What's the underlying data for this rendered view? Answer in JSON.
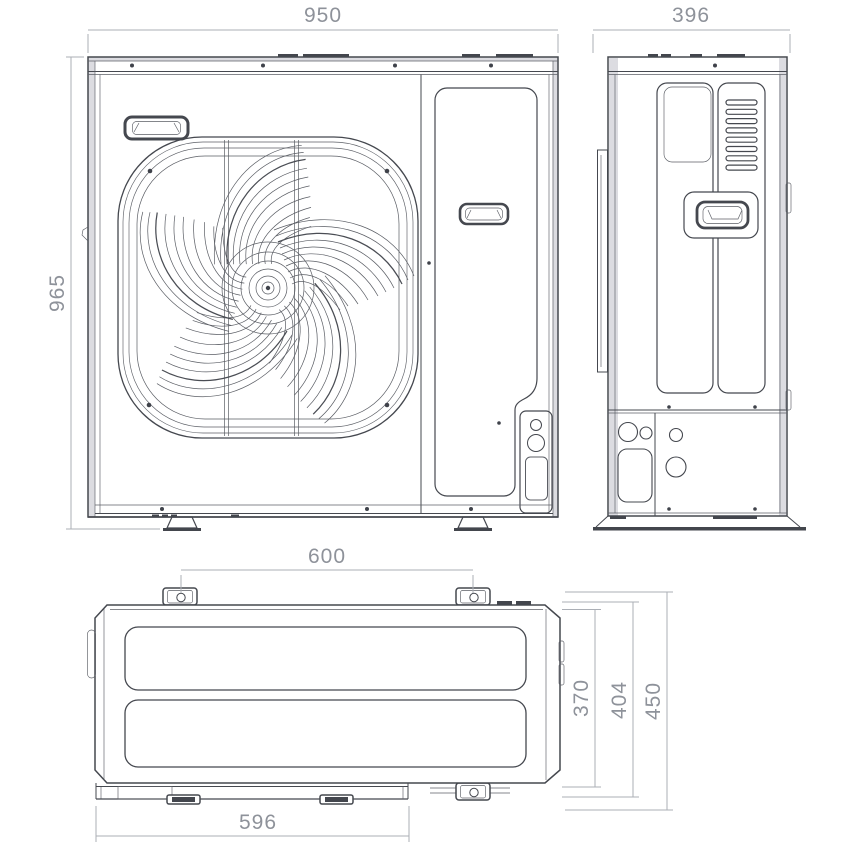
{
  "page": {
    "background": "#ffffff"
  },
  "colors": {
    "outline": "#45484f",
    "dim-line": "#abafb6",
    "dim-text": "#8e929a",
    "panel-shade": "#dcdce1",
    "dark-fill": "#43464d"
  },
  "drawing": {
    "type": "outdoor-unit-dimension-drawing",
    "views": [
      "front",
      "side",
      "top"
    ]
  },
  "dimensions": {
    "front_width": "950",
    "front_height": "965",
    "side_depth": "396",
    "mounting_hole_spacing": "600",
    "base_length": "596",
    "body_depth": "370",
    "mid_depth": "404",
    "overall_depth": "450"
  }
}
